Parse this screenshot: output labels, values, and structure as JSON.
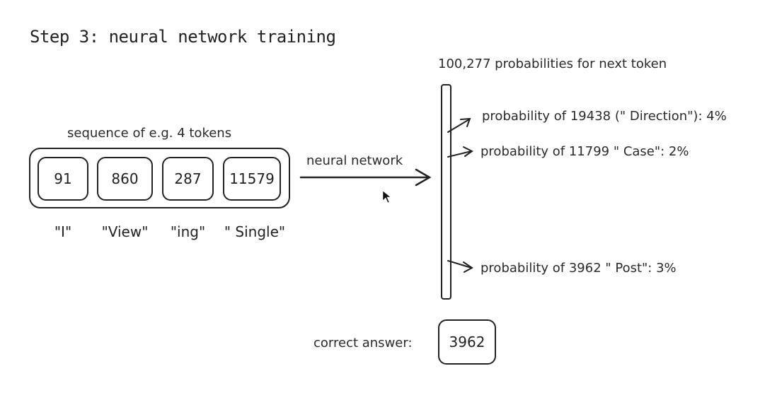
{
  "title": "Step 3: neural network training",
  "output_header": "100,277 probabilities for next token",
  "sequence_label": "sequence of e.g. 4 tokens",
  "tokens": [
    {
      "id": "91",
      "text": "\"I\""
    },
    {
      "id": "860",
      "text": "\"View\""
    },
    {
      "id": "287",
      "text": "\"ing\""
    },
    {
      "id": "11579",
      "text": "\" Single\""
    }
  ],
  "arrow_label": "neural network",
  "probabilities": [
    "probability of 19438 (\" Direction\"): 4%",
    "probability of 11799 \" Case\": 2%",
    "probability of 3962 \" Post\": 3%"
  ],
  "correct_answer_label": "correct answer:",
  "correct_answer_value": "3962"
}
